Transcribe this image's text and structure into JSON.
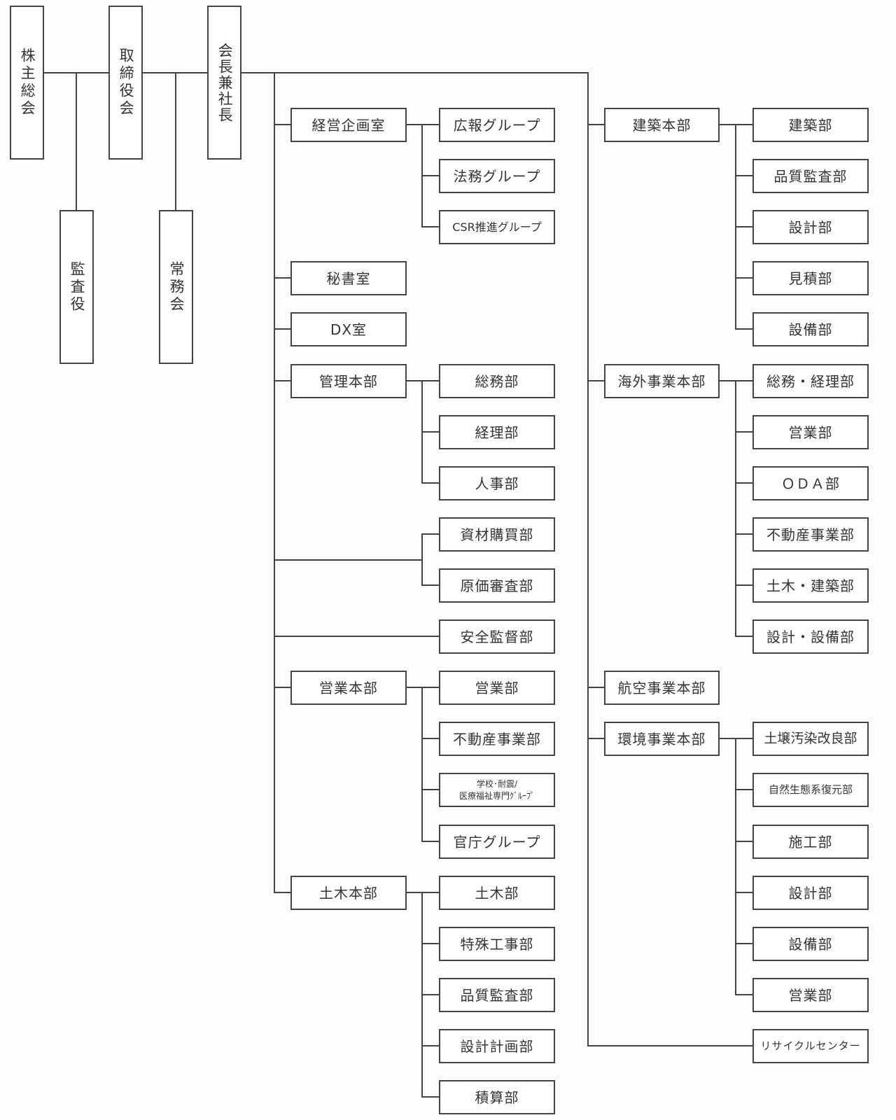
{
  "top": {
    "shareholders": "株主総会",
    "board": "取締役会",
    "president": "会長兼社長",
    "auditor": "監査役",
    "executive_committee": "常務会"
  },
  "left_column": {
    "corporate_planning": {
      "label": "経営企画室",
      "children": [
        "広報グループ",
        "法務グループ",
        "CSR推進グループ"
      ]
    },
    "secretariat": "秘書室",
    "dx": "DX室",
    "administration": {
      "label": "管理本部",
      "children": [
        "総務部",
        "経理部",
        "人事部"
      ]
    },
    "direct_depts": [
      "資材購買部",
      "原価審査部"
    ],
    "safety": "安全監督部",
    "sales": {
      "label": "営業本部",
      "children": [
        "営業部",
        "不動産事業部",
        "学校･耐震/",
        "医療福祉専門ｸﾞﾙｰﾌﾟ",
        "官庁グループ"
      ]
    },
    "civil": {
      "label": "土木本部",
      "children": [
        "土木部",
        "特殊工事部",
        "品質監査部",
        "設計計画部",
        "積算部"
      ]
    }
  },
  "right_column": {
    "architecture": {
      "label": "建築本部",
      "children": [
        "建築部",
        "品質監査部",
        "設計部",
        "見積部",
        "設備部"
      ]
    },
    "overseas": {
      "label": "海外事業本部",
      "children": [
        "総務・経理部",
        "営業部",
        "ＯＤＡ部",
        "不動産事業部",
        "土木・建築部",
        "設計・設備部"
      ]
    },
    "aviation": {
      "label": "航空事業本部"
    },
    "environment": {
      "label": "環境事業本部",
      "children": [
        "土壌汚染改良部",
        "自然生態系復元部",
        "施工部",
        "設計部",
        "設備部",
        "営業部"
      ]
    },
    "recycle": "リサイクルセンター"
  }
}
